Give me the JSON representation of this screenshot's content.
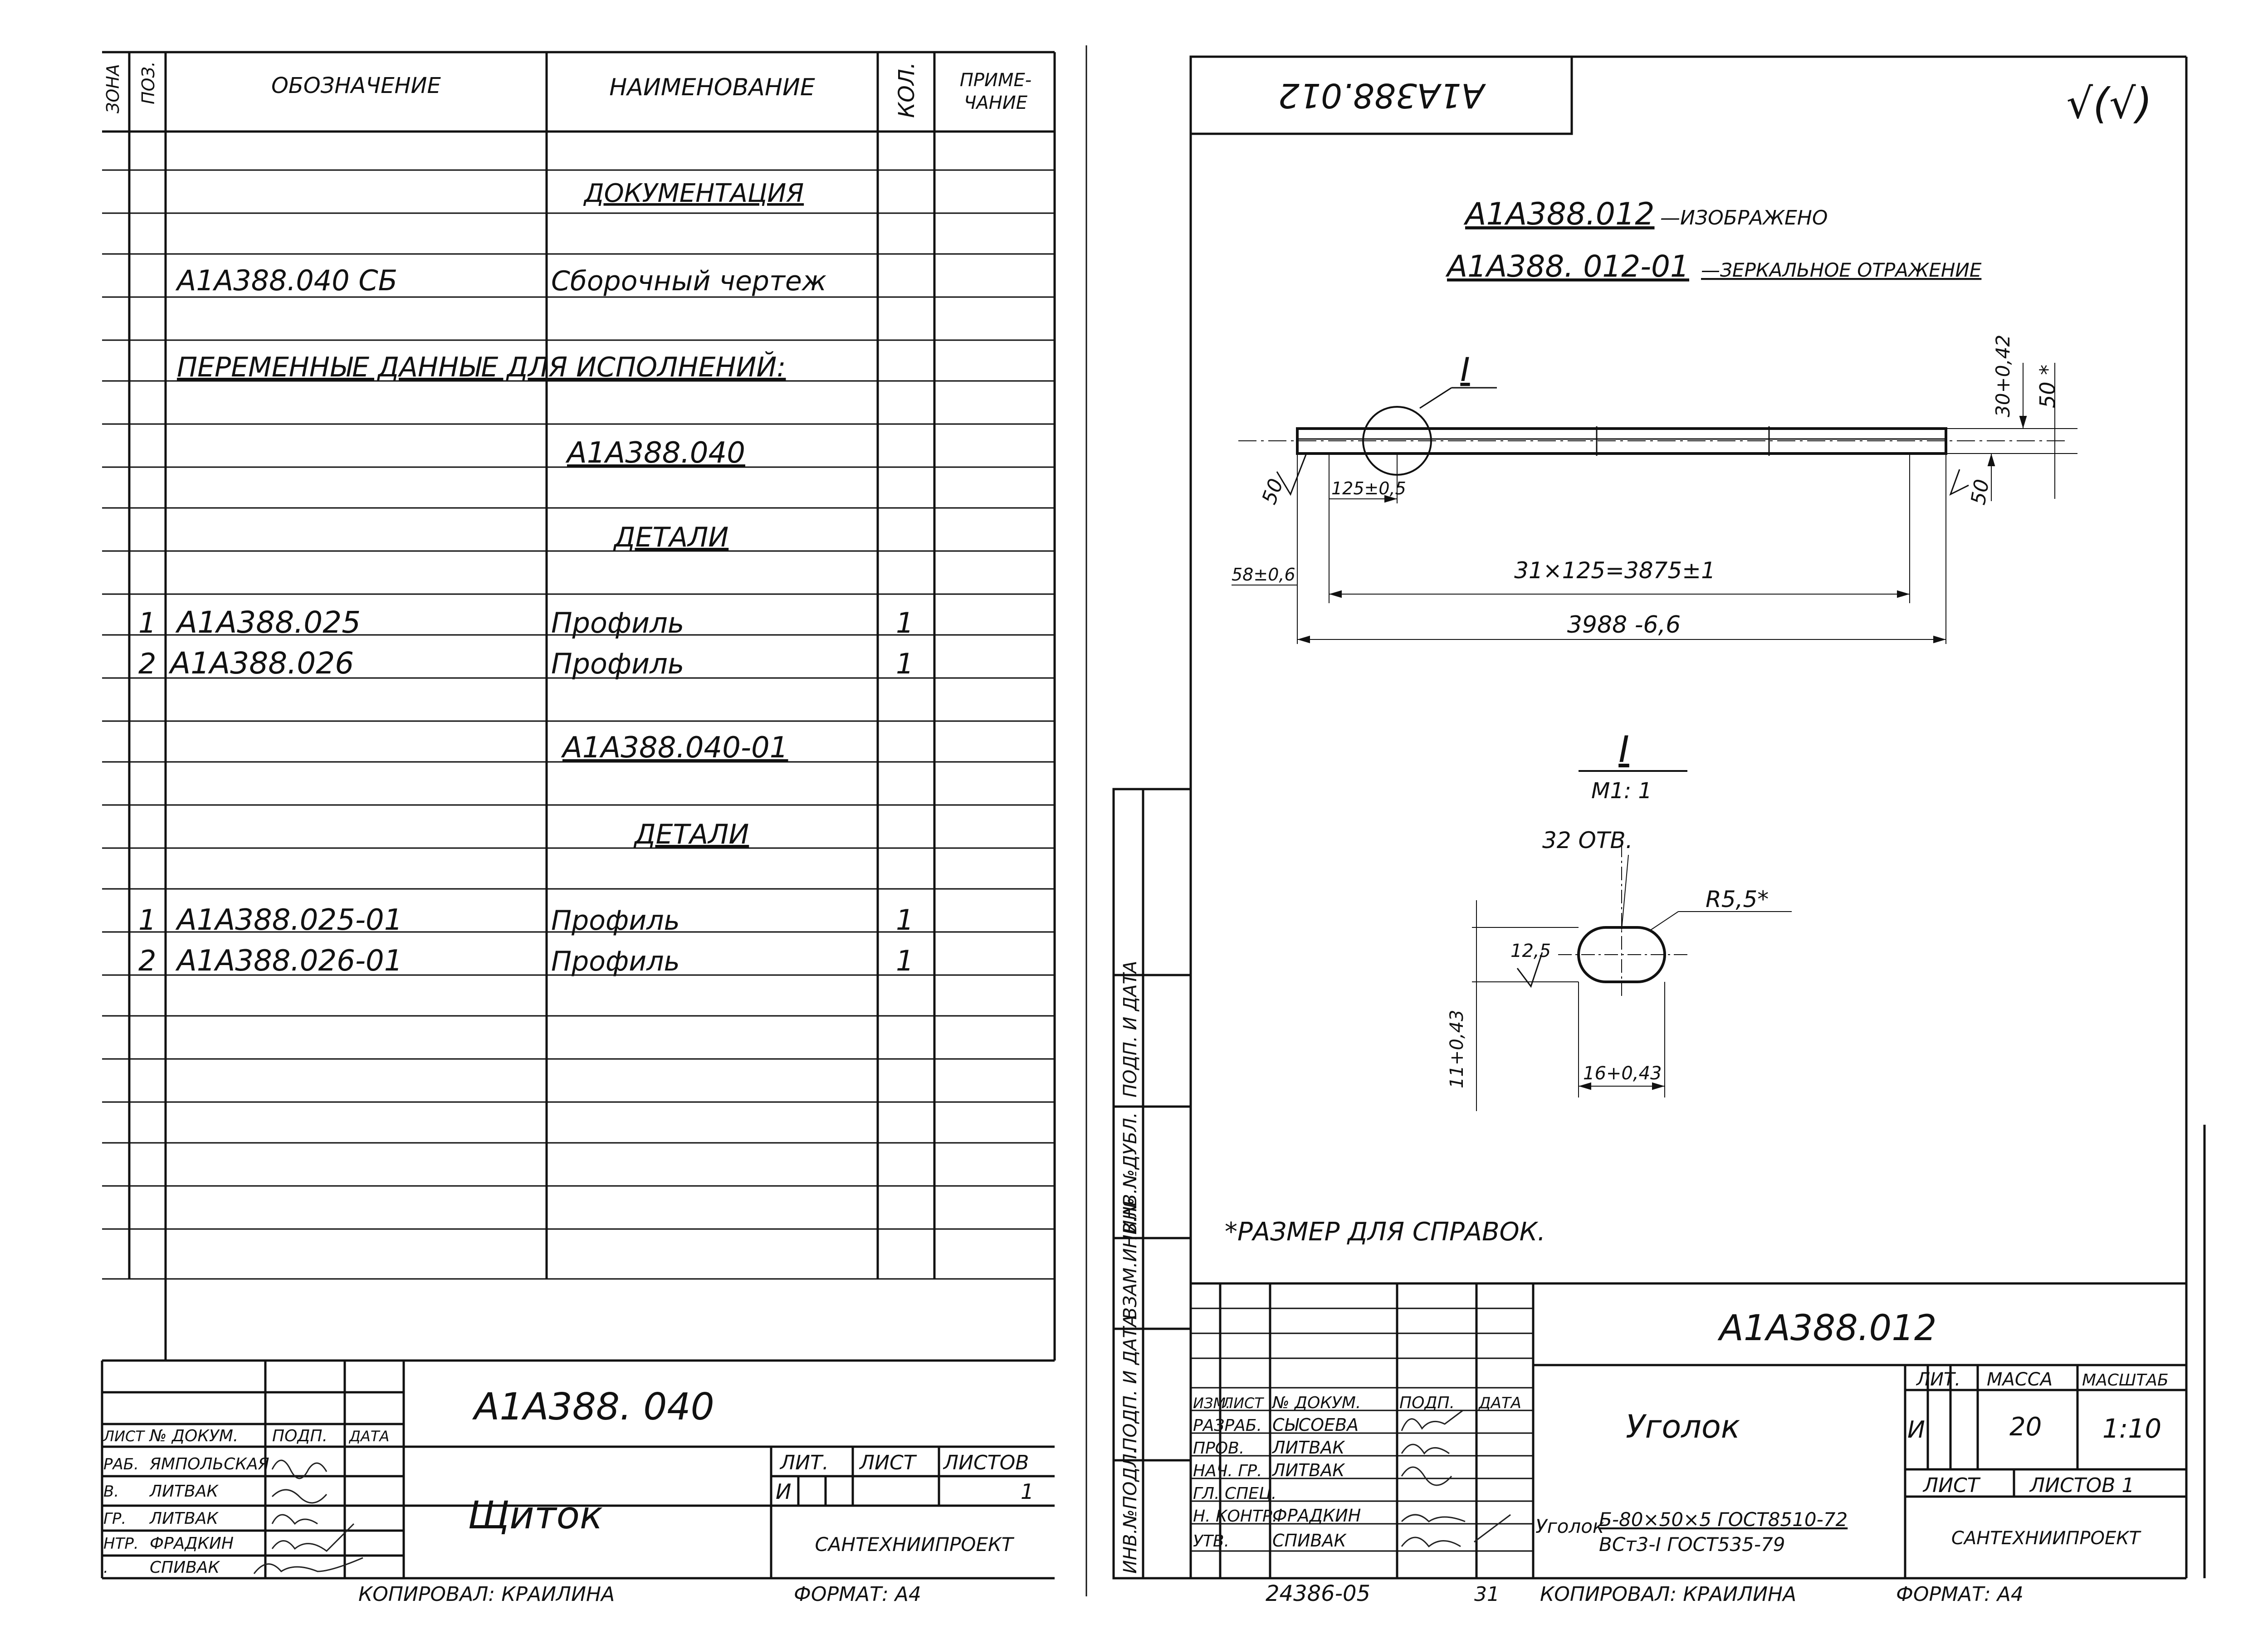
{
  "spec": {
    "headers": {
      "zone": "ЗОНА",
      "pos": "ПОЗ.",
      "designation": "ОБОЗНАЧЕНИЕ",
      "name": "НАИМЕНОВАНИЕ",
      "qty": "КОЛ.",
      "note1": "ПРИМЕ-",
      "note2": "ЧАНИЕ"
    },
    "section_docs": "ДОКУМЕНТАЦИЯ",
    "doc_row": {
      "designation": "А1А388.040 СБ",
      "name": "Сборочный чертеж"
    },
    "variable_data": "ПЕРЕМЕННЫЕ ДАННЫЕ ДЛЯ ИСПОЛНЕНИЙ:",
    "variant1": "А1А388.040",
    "details1": "ДЕТАЛИ",
    "rows1": [
      {
        "pos": "1",
        "designation": "А1А388.025",
        "name": "Профиль",
        "qty": "1"
      },
      {
        "pos": "2",
        "designation": "А1А388.026",
        "name": "Профиль",
        "qty": "1"
      }
    ],
    "variant2": "А1А388.040-01",
    "details2": "ДЕТАЛИ",
    "rows2": [
      {
        "pos": "1",
        "designation": "А1А388.025-01",
        "name": "Профиль",
        "qty": "1"
      },
      {
        "pos": "2",
        "designation": "А1А388.026-01",
        "name": "Профиль",
        "qty": "1"
      }
    ],
    "title_block": {
      "code": "А1А388. 040",
      "name": "Щиток",
      "org": "САНТЕХНИИПРОЕКТ",
      "h_list": "ЛИСТ",
      "h_doc": "№ ДОКУМ.",
      "h_sign": "ПОДП.",
      "h_date": "ДАТА",
      "h_lit": "ЛИТ.",
      "h_sheet": "ЛИСТ",
      "h_sheets": "ЛИСТОВ",
      "lit": "И",
      "sheets": "1",
      "people": [
        {
          "role": "РАБ.",
          "name": "ЯМПОЛЬСКАЯ"
        },
        {
          "role": "В.",
          "name": "ЛИТВАК"
        },
        {
          "role": "ГР.",
          "name": "ЛИТВАК"
        },
        {
          "role": "НТР.",
          "name": "ФРАДКИН"
        },
        {
          "role": ".",
          "name": "СПИВАК"
        }
      ],
      "copied": "КОПИРОВАЛ: КРАИЛИНА",
      "format": "ФОРМАТ: А4"
    }
  },
  "drawing": {
    "top_code": "А1А388.012",
    "roughness": "√(√)",
    "caption1": "А1А388.012",
    "caption1_suffix": "—ИЗОБРАЖЕНО",
    "caption2": "А1А388. 012-01",
    "caption2_suffix": "—ЗЕРКАЛЬНОЕ ОТРАЖЕНИЕ",
    "view_label": "I",
    "dims": {
      "d_30": "30+0,42",
      "d_50star": "50 *",
      "d_50a": "50",
      "d_50b": "50",
      "d_125": "125±0,5",
      "d_58": "58±0,6",
      "d_pitch": "31×125=3875±1",
      "d_total": "3988 -6,6"
    },
    "detail": {
      "label": "I",
      "scale": "М1: 1",
      "holes": "32 ОТВ.",
      "radius": "R5,5*",
      "d_12": "12,5",
      "d_11": "11+0,43",
      "d_16": "16+0,43"
    },
    "footnote": "*РАЗМЕР ДЛЯ СПРАВОК."
  },
  "side_stamp": [
    "ИНВ.№ПОДЛ.",
    "ПОДП. И ДАТА",
    "ВЗАМ.ИНВ.№",
    "ИНВ.№ДУБЛ.",
    "ПОДП. И ДАТА"
  ],
  "title_block2": {
    "code": "А1А388.012",
    "name": "Уголок",
    "material_prefix": "Уголок",
    "material_top": "Б-80×50×5 ГОСТ8510-72",
    "material_bottom": "ВСт3-I ГОСТ535-79",
    "org": "САНТЕХНИИПРОЕКТ",
    "h_izm": "ИЗМ.",
    "h_list": "ЛИСТ",
    "h_doc": "№ ДОКУМ.",
    "h_sign": "ПОДП.",
    "h_date": "ДАТА",
    "h_lit": "ЛИТ.",
    "h_mass": "МАССА",
    "h_scale": "МАСШТАБ",
    "lit": "И",
    "mass": "20",
    "scale": "1:10",
    "h_sheet": "ЛИСТ",
    "h_sheets": "ЛИСТОВ 1",
    "people": [
      {
        "role": "РАЗРАБ.",
        "name": "СЫСОЕВА"
      },
      {
        "role": "ПРОВ.",
        "name": "ЛИТВАК"
      },
      {
        "role": "НАЧ. ГР.",
        "name": "ЛИТВАК"
      },
      {
        "role": "ГЛ. СПЕЦ.",
        "name": ""
      },
      {
        "role": "Н. КОНТР.",
        "name": "ФРАДКИН"
      },
      {
        "role": "УТВ.",
        "name": "СПИВАК"
      }
    ],
    "archive": "24386-05",
    "sheet_no": "31",
    "copied": "КОПИРОВАЛ: КРАИЛИНА",
    "format": "ФОРМАТ: А4"
  }
}
